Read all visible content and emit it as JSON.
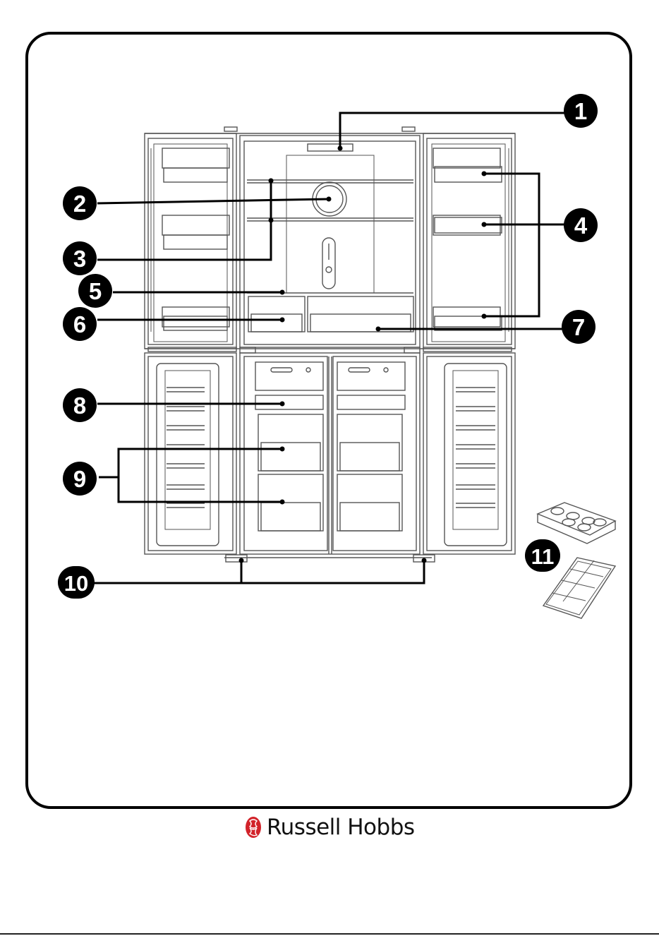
{
  "diagram": {
    "callouts": [
      {
        "id": "callout-1",
        "label": "1"
      },
      {
        "id": "callout-2",
        "label": "2"
      },
      {
        "id": "callout-3",
        "label": "3"
      },
      {
        "id": "callout-4",
        "label": "4"
      },
      {
        "id": "callout-5",
        "label": "5"
      },
      {
        "id": "callout-6",
        "label": "6"
      },
      {
        "id": "callout-7",
        "label": "7"
      },
      {
        "id": "callout-8",
        "label": "8"
      },
      {
        "id": "callout-9",
        "label": "9"
      },
      {
        "id": "callout-10",
        "label": "10"
      },
      {
        "id": "callout-11",
        "label": "11"
      }
    ],
    "colors": {
      "ink": "#000000",
      "drawing": "#555555",
      "brand_red": "#d2232a"
    }
  },
  "brand": {
    "name": "Russell Hobbs",
    "logo_icon": "russell-hobbs-crest-icon"
  }
}
